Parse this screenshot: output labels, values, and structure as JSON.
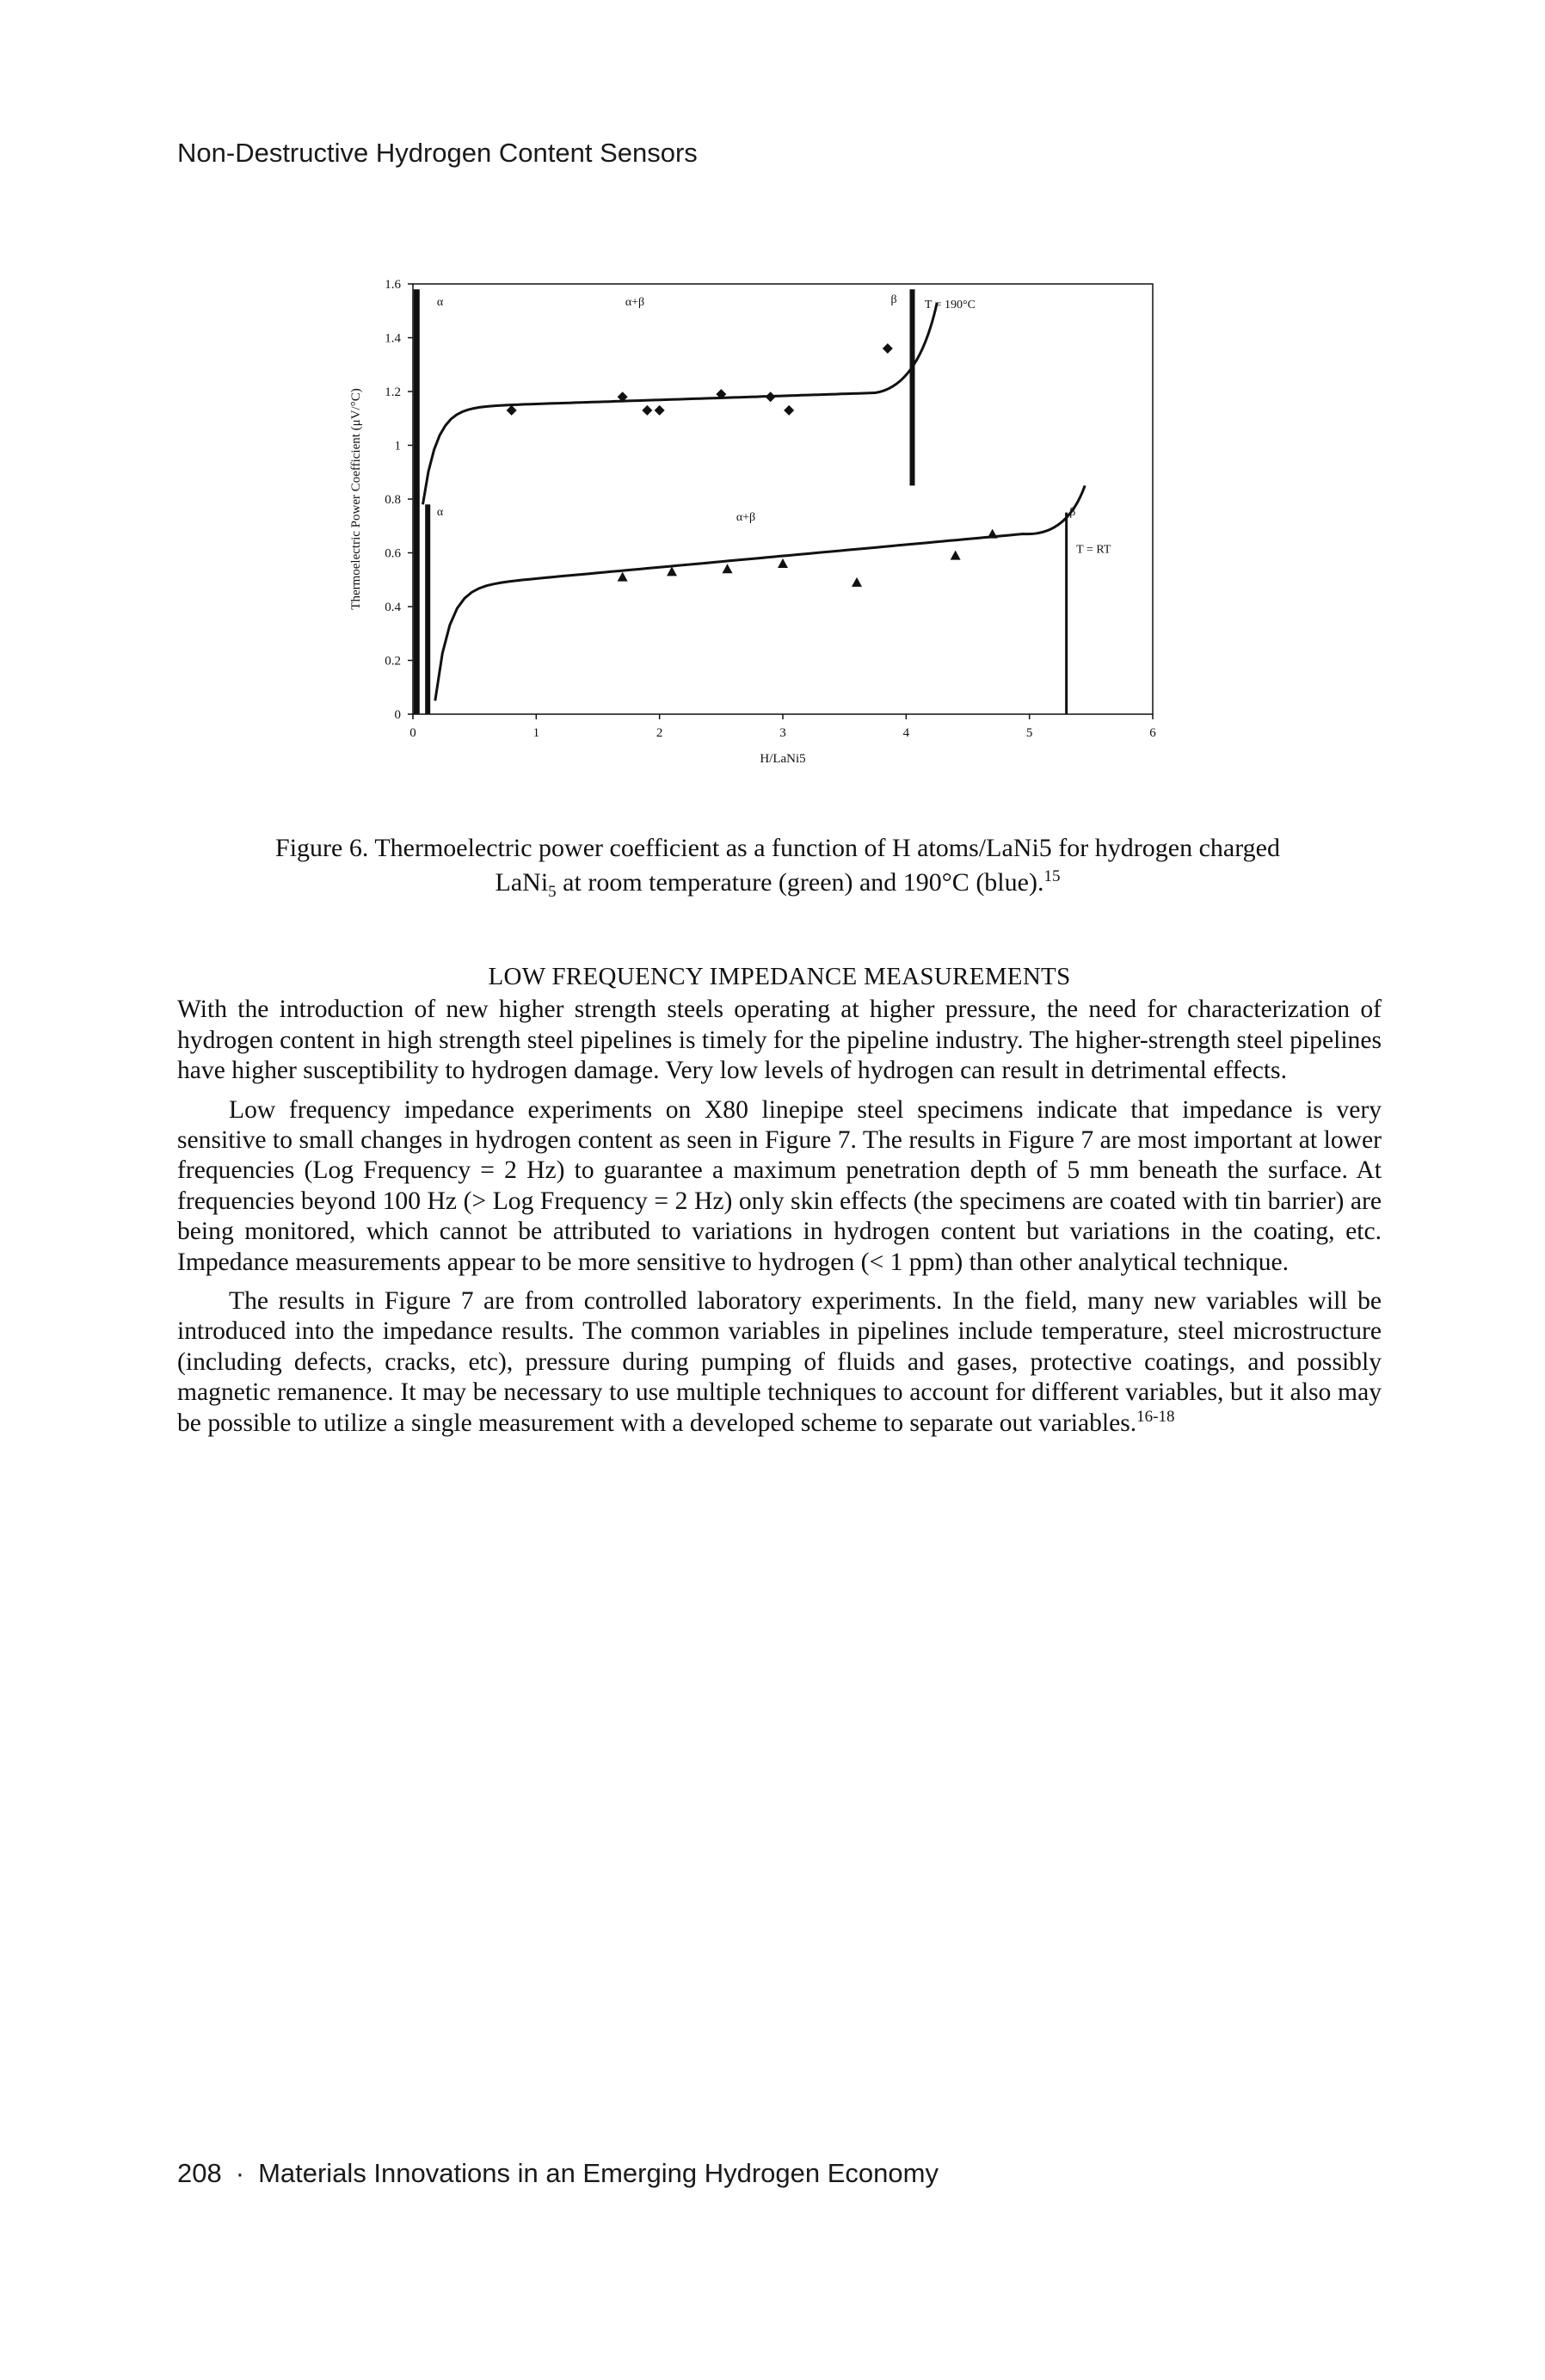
{
  "header": {
    "running_title": "Non-Destructive Hydrogen Content Sensors"
  },
  "figure": {
    "caption_line1": "Figure 6.  Thermoelectric power coefficient as a function of H atoms/LaNi5 for hydrogen charged",
    "caption_line2_pre": "LaNi",
    "caption_line2_sub": "5",
    "caption_line2_post": " at room temperature (green) and 190°C (blue).",
    "caption_ref": "15"
  },
  "chart_data": {
    "type": "scatter",
    "xlabel": "H/LaNi5",
    "ylabel": "Thermoelectric Power Coefficient (μV/°C)",
    "xlim": [
      0,
      6
    ],
    "ylim": [
      0,
      1.6
    ],
    "x_ticks": [
      "0",
      "1",
      "2",
      "3",
      "4",
      "5",
      "6"
    ],
    "y_ticks": [
      "0",
      "0.2",
      "0.4",
      "0.6",
      "0.8",
      "1",
      "1.2",
      "1.4",
      "1.6"
    ],
    "phase_labels": [
      "α",
      "α+β",
      "β",
      "α",
      "α+β",
      "β"
    ],
    "temperature_labels": [
      "T = 190°C",
      "T = RT"
    ],
    "series": [
      {
        "name": "T = 190°C",
        "marker": "diamond",
        "points": [
          [
            0.8,
            1.13
          ],
          [
            1.7,
            1.18
          ],
          [
            1.9,
            1.13
          ],
          [
            2.0,
            1.13
          ],
          [
            2.5,
            1.19
          ],
          [
            2.9,
            1.18
          ],
          [
            3.05,
            1.13
          ],
          [
            3.85,
            1.36
          ]
        ]
      },
      {
        "name": "T = RT",
        "marker": "triangle",
        "points": [
          [
            1.7,
            0.51
          ],
          [
            2.1,
            0.53
          ],
          [
            2.55,
            0.54
          ],
          [
            3.0,
            0.56
          ],
          [
            3.6,
            0.49
          ],
          [
            4.4,
            0.59
          ],
          [
            4.7,
            0.67
          ]
        ]
      }
    ],
    "phase_boundaries": [
      {
        "curve": "T = 190°C",
        "x": 4.05,
        "y_range": [
          0.85,
          1.58
        ]
      },
      {
        "curve": "T = RT",
        "x": 0.12,
        "y_range": [
          0,
          0.78
        ]
      },
      {
        "curve": "T = RT",
        "x": 5.3,
        "y_range": [
          0,
          0.75
        ]
      }
    ]
  },
  "section": {
    "heading": "LOW FREQUENCY IMPEDANCE MEASUREMENTS",
    "p1": "With the introduction of new higher strength steels operating at higher pressure, the need for characterization of hydrogen content in high strength steel pipelines is timely for the pipeline industry. The higher-strength steel pipelines have higher susceptibility to hydrogen damage. Very low levels of hydrogen can result in detrimental effects.",
    "p2": "Low frequency impedance experiments on X80 linepipe steel specimens indicate that impedance is very sensitive to small changes in hydrogen content as seen in Figure 7. The results in Figure 7 are most important at lower frequencies (Log Frequency = 2 Hz) to guarantee a maximum penetration depth of 5 mm beneath the surface. At frequencies beyond 100 Hz (> Log Frequency = 2 Hz) only skin effects (the specimens are coated with tin barrier) are being monitored, which cannot be attributed to variations in hydrogen content but variations in the coating, etc. Impedance measurements appear to be more sensitive to hydrogen (< 1 ppm) than other analytical technique.",
    "p3": "The results in Figure 7 are from controlled laboratory experiments. In the field, many new variables will be introduced into the impedance results. The common variables in pipelines include temperature, steel microstructure (including defects, cracks, etc), pressure during pumping of fluids and gases, protective coatings, and possibly magnetic remanence. It may be necessary to use multiple techniques to account for different variables, but it also may be possible to utilize a single measurement with a developed scheme to separate out variables.",
    "p3_ref": "16-18"
  },
  "footer": {
    "page_number": "208",
    "separator": "·",
    "book_title": "Materials Innovations in an Emerging Hydrogen Economy"
  }
}
